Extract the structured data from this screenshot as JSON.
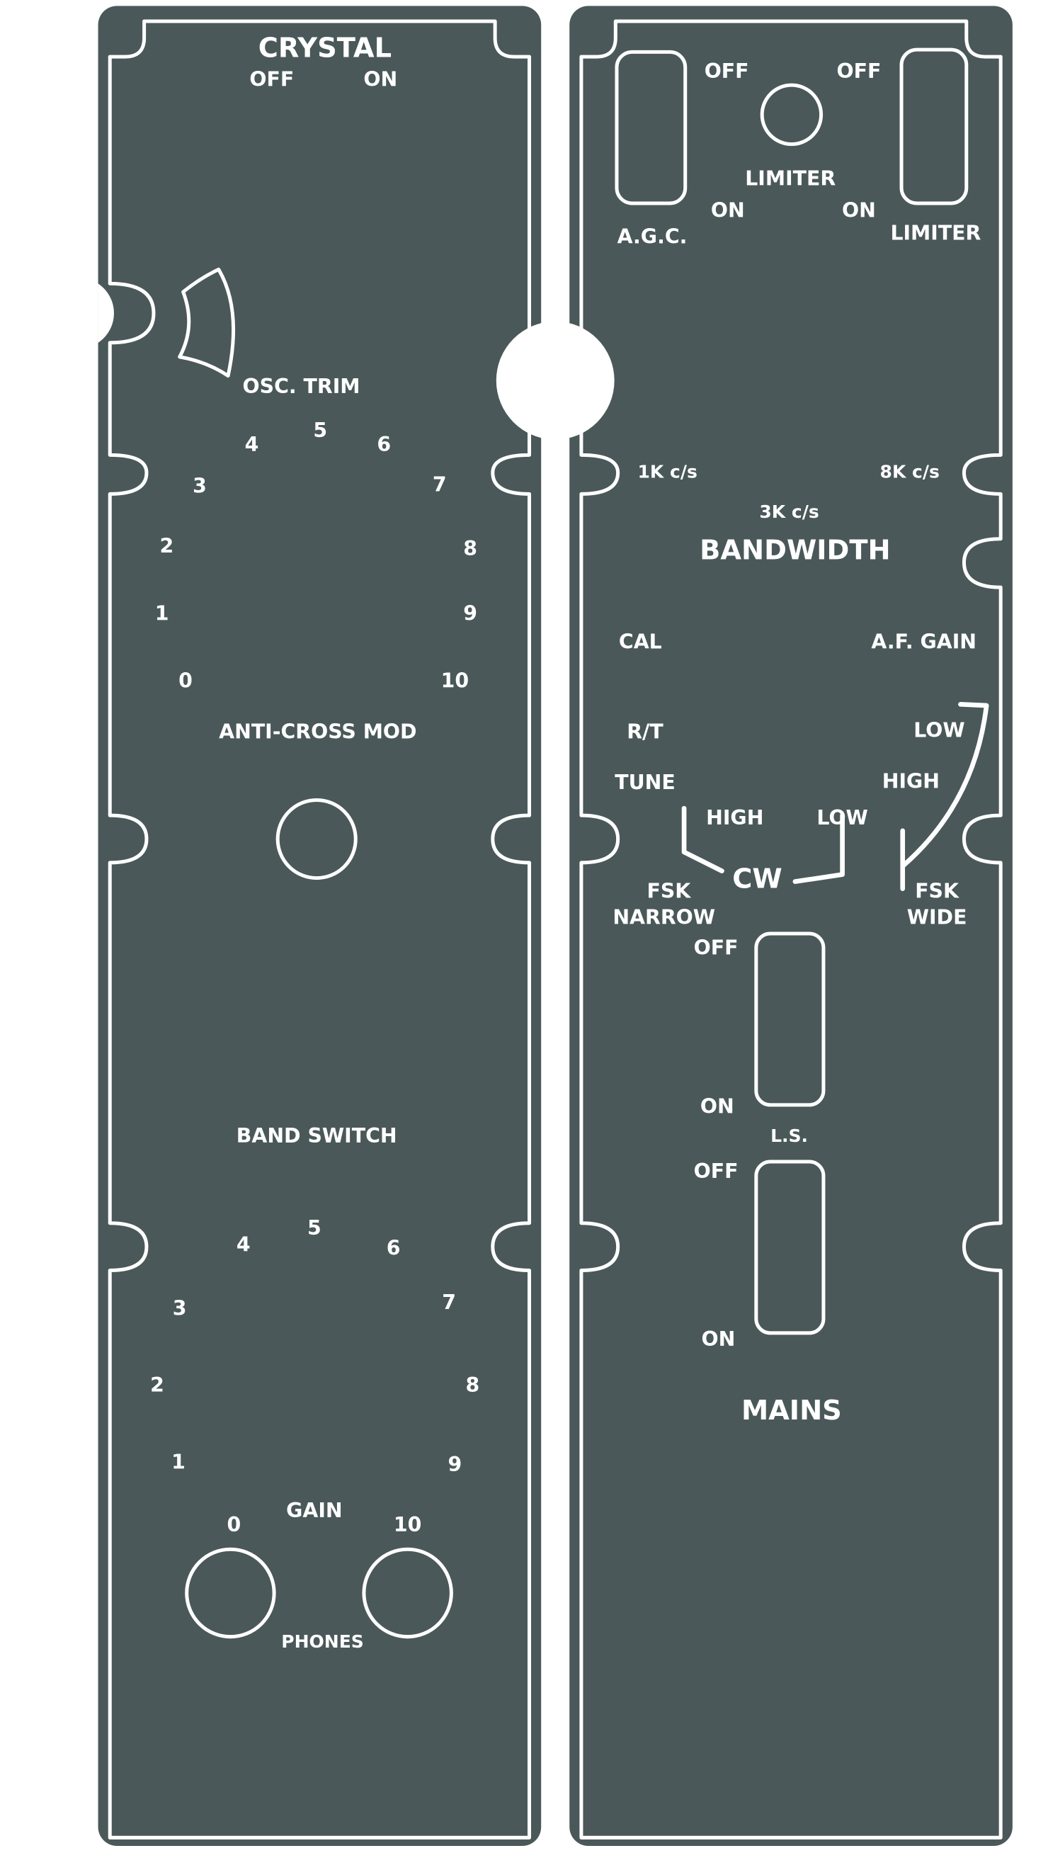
{
  "colors": {
    "panel": "#4a5859",
    "markings": "#ffffff",
    "background": "#ffffff"
  },
  "left_panel": {
    "crystal": {
      "title": "CRYSTAL",
      "off": "OFF",
      "on": "ON"
    },
    "osc_trim": "OSC. TRIM",
    "anti_cross_mod": {
      "label": "ANTI-CROSS MOD",
      "scale": [
        "0",
        "1",
        "2",
        "3",
        "4",
        "5",
        "6",
        "7",
        "8",
        "9",
        "10"
      ]
    },
    "band_switch": {
      "label": "BAND SWITCH",
      "scale": [
        "1",
        "2",
        "3",
        "4",
        "5",
        "6",
        "7",
        "8",
        "9"
      ]
    },
    "gain": {
      "label": "GAIN",
      "min": "0",
      "max": "10"
    },
    "phones": "PHONES"
  },
  "right_panel": {
    "agc": {
      "label": "A.G.C.",
      "off": "OFF",
      "on": "ON"
    },
    "limiter_knob": "LIMITER",
    "limiter": {
      "label": "LIMITER",
      "off": "OFF",
      "on": "ON"
    },
    "bandwidth": {
      "label": "BANDWIDTH",
      "opt_1k": "1K c/s",
      "opt_3k": "3K c/s",
      "opt_8k": "8K c/s"
    },
    "mode": {
      "cal": "CAL",
      "rt": "R/T",
      "tune": "TUNE",
      "cw": "CW",
      "cw_high": "HIGH",
      "cw_low": "LOW",
      "fsk_narrow_1": "FSK",
      "fsk_narrow_2": "NARROW",
      "fsk_wide_1": "FSK",
      "fsk_wide_2": "WIDE",
      "af_low": "LOW",
      "af_high": "HIGH"
    },
    "af_gain": "A.F. GAIN",
    "ls": {
      "label": "L.S.",
      "off": "OFF",
      "on": "ON"
    },
    "mains": {
      "label": "MAINS",
      "off": "OFF",
      "on": "ON"
    }
  }
}
